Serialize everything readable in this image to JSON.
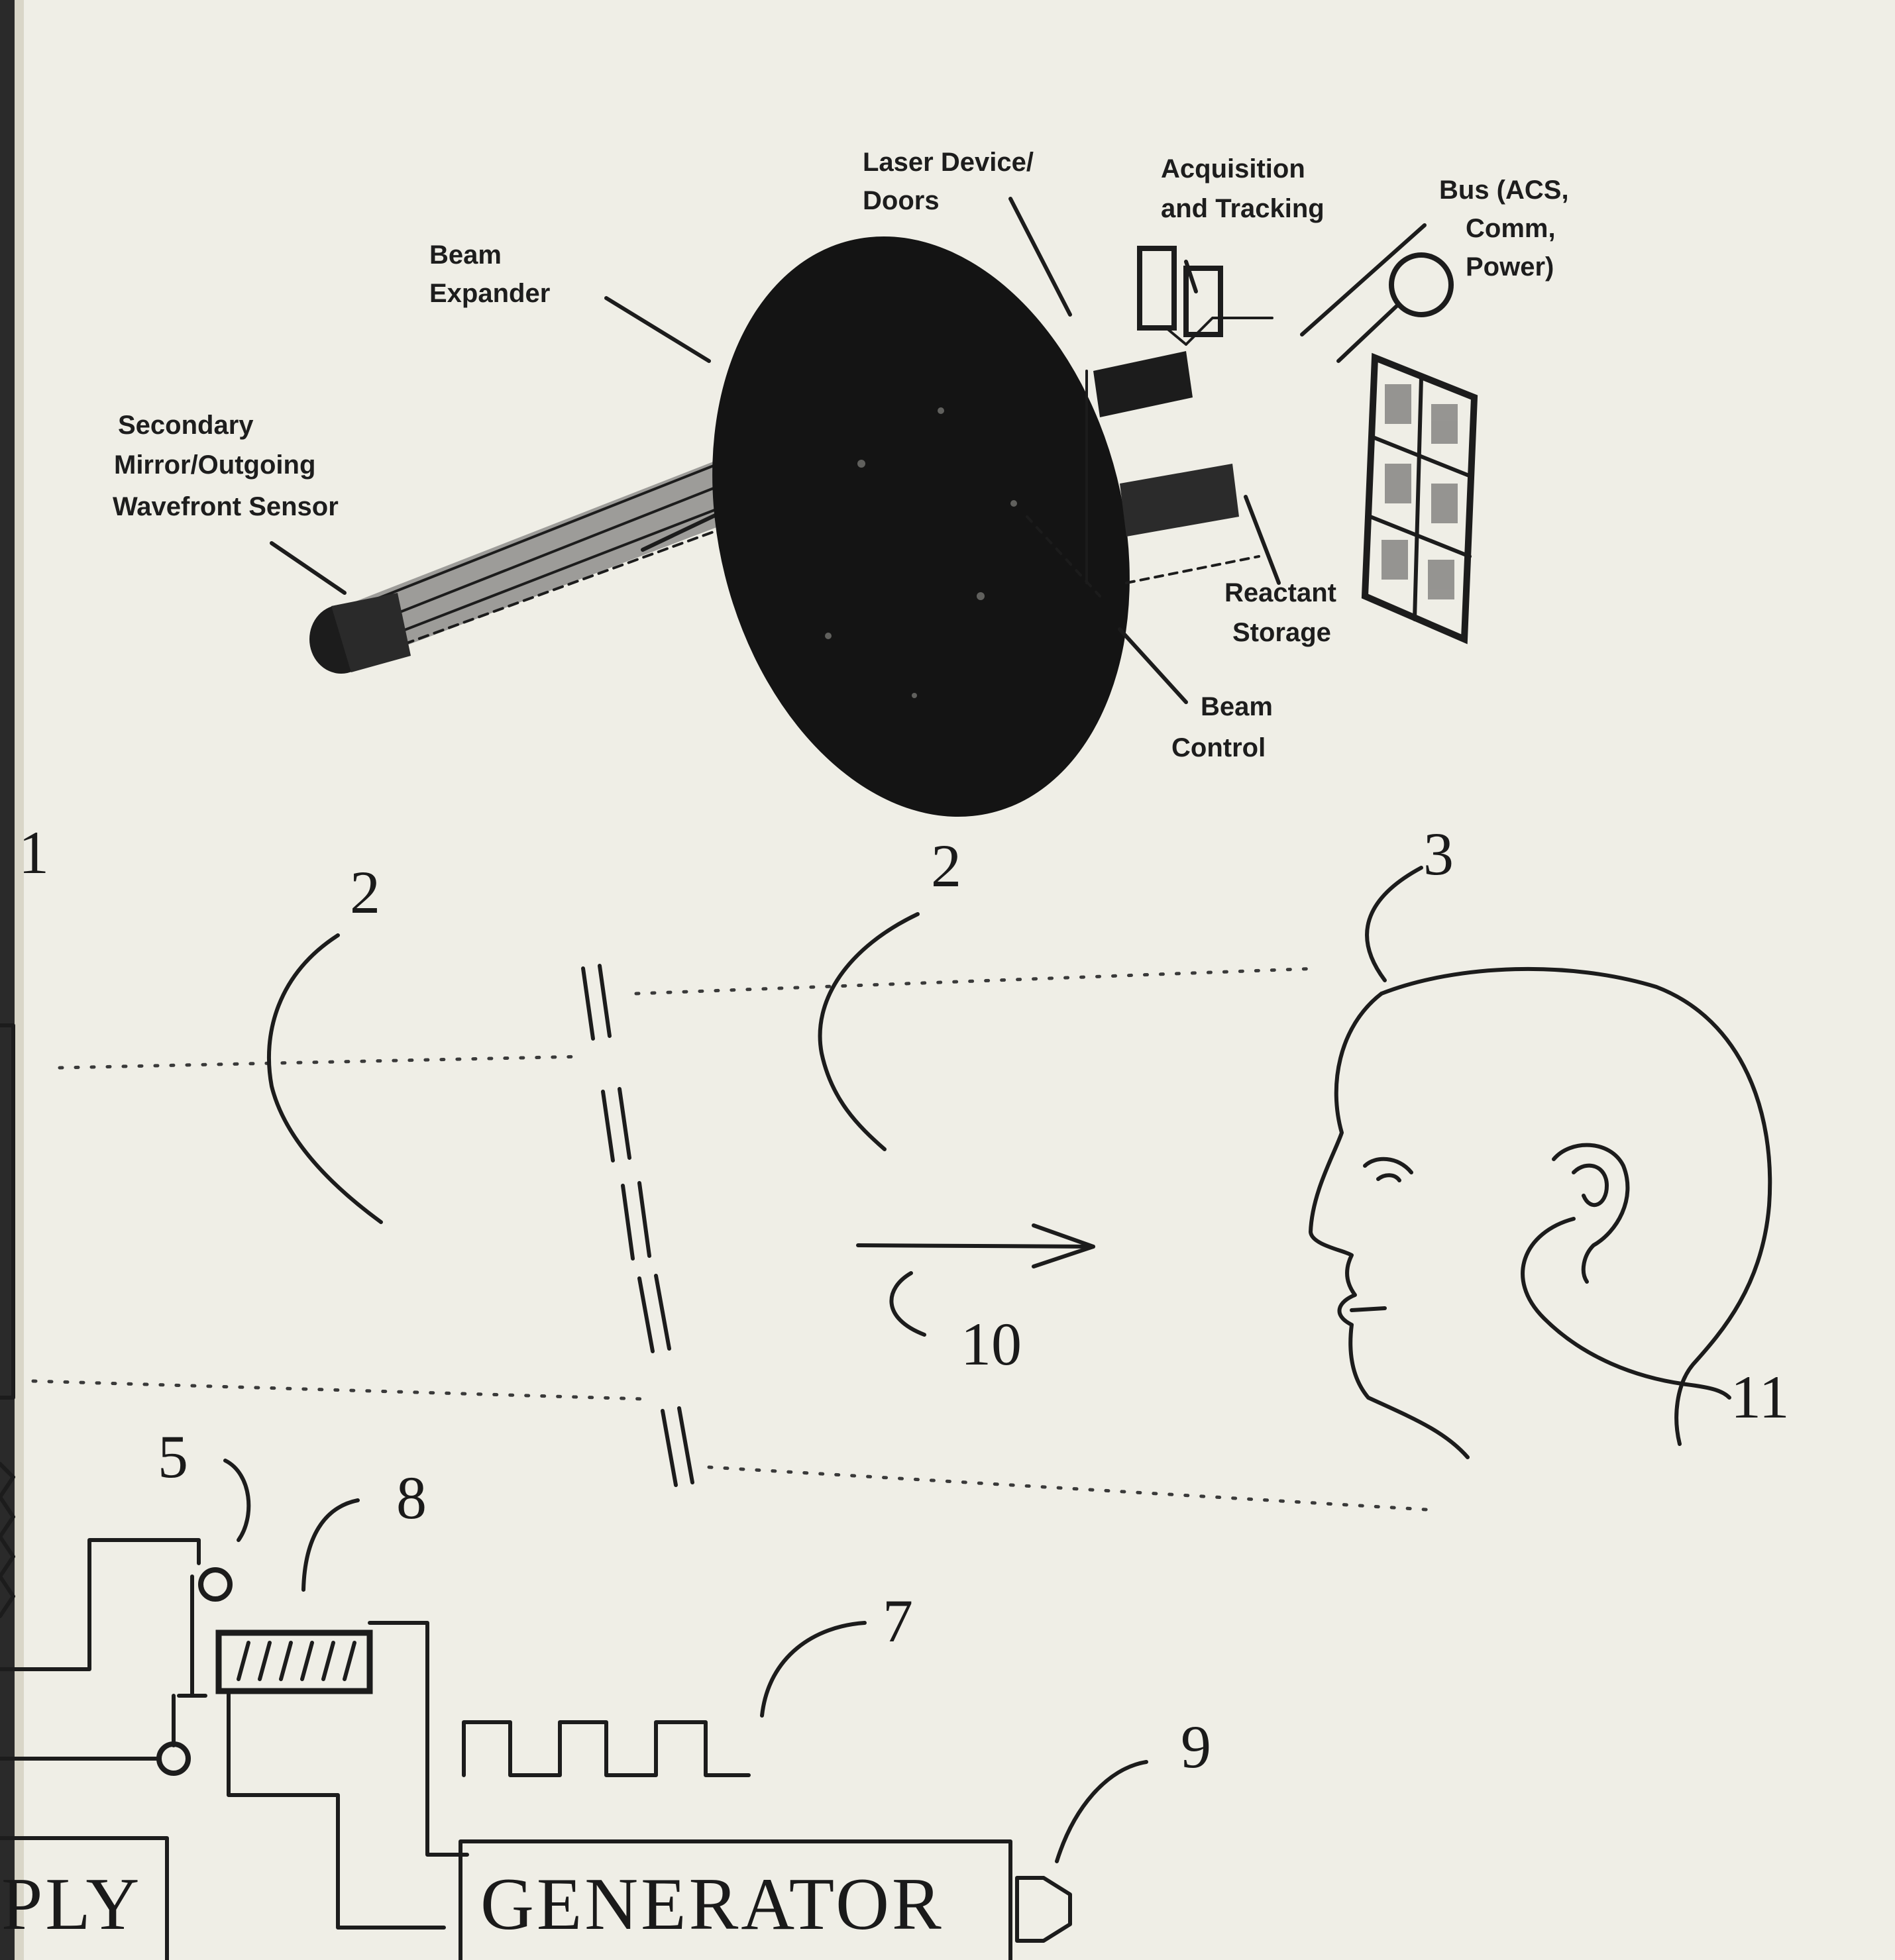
{
  "satellite_labels": {
    "beam_expander": [
      "Beam",
      "Expander"
    ],
    "laser_device_doors": [
      "Laser Device/",
      "Doors"
    ],
    "acquisition_tracking": [
      "Acquisition",
      "and Tracking"
    ],
    "bus": [
      "Bus (ACS,",
      "Comm,",
      "Power)"
    ],
    "secondary_mirror": [
      "Secondary",
      "Mirror/Outgoing",
      "Wavefront Sensor"
    ],
    "reactant_storage": [
      "Reactant",
      "Storage"
    ],
    "beam_control": [
      "Beam",
      "Control"
    ]
  },
  "reference_numbers": {
    "n1": "1",
    "n2a": "2",
    "n2b": "2",
    "n3": "3",
    "n5": "5",
    "n7": "7",
    "n8": "8",
    "n9": "9",
    "n10": "10",
    "n11": "11"
  },
  "boxes": {
    "supply_fragment": "PLY",
    "generator": "GENERATOR"
  },
  "colors": {
    "paper": "#efeee6",
    "ink": "#1c1c1c"
  }
}
